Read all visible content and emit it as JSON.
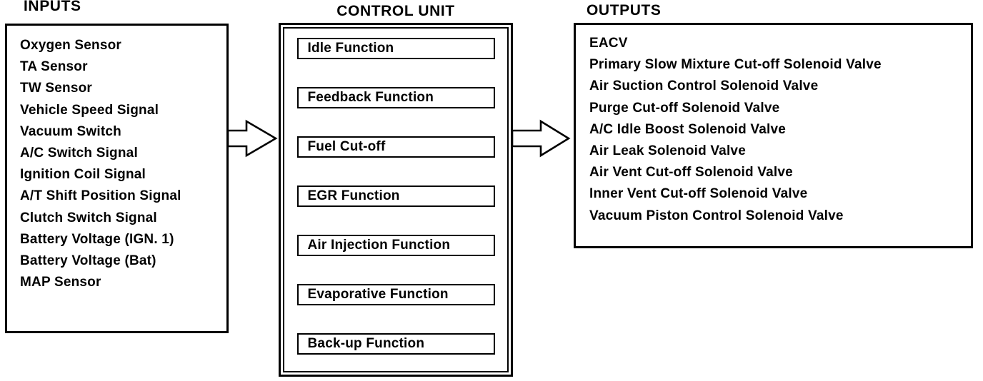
{
  "diagram": {
    "inputs": {
      "title": "INPUTS",
      "items": [
        "Oxygen Sensor",
        "TA Sensor",
        "TW Sensor",
        "Vehicle Speed Signal",
        "Vacuum Switch",
        "A/C Switch Signal",
        "Ignition Coil Signal",
        "A/T Shift Position Signal",
        "Clutch Switch Signal",
        "Battery Voltage (IGN. 1)",
        "Battery Voltage (Bat)",
        "MAP Sensor"
      ]
    },
    "control_unit": {
      "title": "CONTROL UNIT",
      "functions": [
        "Idle Function",
        "Feedback Function",
        "Fuel Cut-off",
        "EGR Function",
        "Air Injection Function",
        "Evaporative Function",
        "Back-up Function"
      ]
    },
    "outputs": {
      "title": "OUTPUTS",
      "items": [
        "EACV",
        "Primary Slow Mixture Cut-off Solenoid Valve",
        "Air Suction Control Solenoid Valve",
        "Purge Cut-off Solenoid Valve",
        "A/C Idle Boost Solenoid Valve",
        "Air Leak Solenoid Valve",
        "Air Vent Cut-off Solenoid Valve",
        "Inner Vent Cut-off Solenoid Valve",
        "Vacuum Piston Control Solenoid Valve"
      ]
    },
    "icons": {
      "flow_arrow": "block-arrow-right"
    },
    "colors": {
      "line": "#000000",
      "background": "#ffffff"
    }
  }
}
